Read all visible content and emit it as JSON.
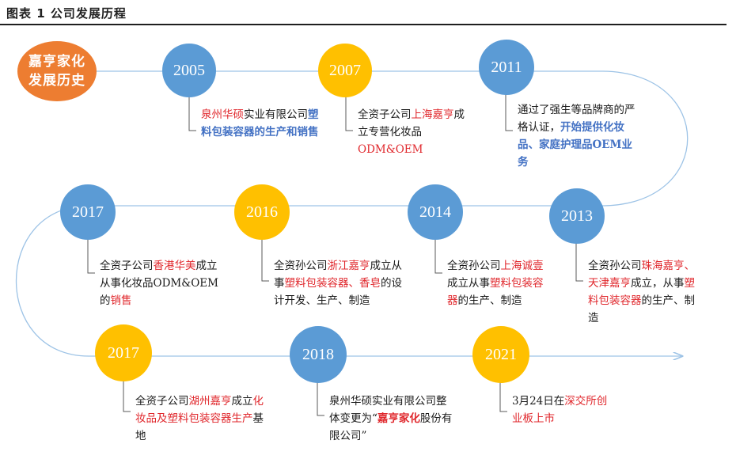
{
  "title": "图表 1 公司发展历程",
  "start": {
    "line1": "嘉亨家化",
    "line2": "发展历史"
  },
  "nodes": [
    {
      "year": "2005",
      "color": "blue"
    },
    {
      "year": "2007",
      "color": "yellow"
    },
    {
      "year": "2011",
      "color": "blue"
    },
    {
      "year": "2017",
      "color": "blue"
    },
    {
      "year": "2016",
      "color": "yellow"
    },
    {
      "year": "2014",
      "color": "blue"
    },
    {
      "year": "2013",
      "color": "blue"
    },
    {
      "year": "2017",
      "color": "yellow"
    },
    {
      "year": "2018",
      "color": "blue"
    },
    {
      "year": "2021",
      "color": "yellow"
    }
  ],
  "descriptions": {
    "d2005": {
      "p1": "泉州华硕",
      "p2": "实业有限公司",
      "p3": "塑料包装容器的生产和销售"
    },
    "d2007": {
      "p1": "全资子公司",
      "p2": "上海嘉亨",
      "p3": "成立专营化妆品",
      "p4": "ODM&OEM"
    },
    "d2011": {
      "p1": "通过了强生等品牌商的严格认证，",
      "p2": "开始提供化妆品、家庭护理品OEM业务"
    },
    "d2017a": {
      "p1": "全资子公司",
      "p2": "香港华美",
      "p3": "成立从事化妆品ODM&OEM的",
      "p4": "销售"
    },
    "d2016": {
      "p1": "全资孙公司",
      "p2": "浙江嘉亨",
      "p3": "成立从事",
      "p4": "塑料包装容器、香皂",
      "p5": "的设计开发、生产、制造"
    },
    "d2014": {
      "p1": "全资孙公司",
      "p2": "上海诚壹",
      "p3": "成立从事",
      "p4": "塑料包装容器",
      "p5": "的生产、制造"
    },
    "d2013": {
      "p1": "全资孙公司",
      "p2": "珠海嘉亨、天津嘉亨",
      "p3": "成立，从事",
      "p4": "塑料包装容器",
      "p5": "的生产、制造"
    },
    "d2017b": {
      "p1": "全资子公司",
      "p2": "湖州嘉亨",
      "p3": "成立",
      "p4": "化妆品及塑料包装容器生产",
      "p5": "基地"
    },
    "d2018": {
      "p1": "泉州华硕实业有限公司整体变更为“",
      "p2": "嘉亨家化",
      "p3": "股份有限公司”"
    },
    "d2021": {
      "p1": "3月24日在",
      "p2": "深交所创业板上市"
    }
  },
  "colors": {
    "blue": "#5b9bd5",
    "yellow": "#ffc000",
    "orange": "#ed7d31",
    "red": "#e0272c",
    "accent_blue": "#4472c4",
    "line": "#9dc3e6"
  }
}
